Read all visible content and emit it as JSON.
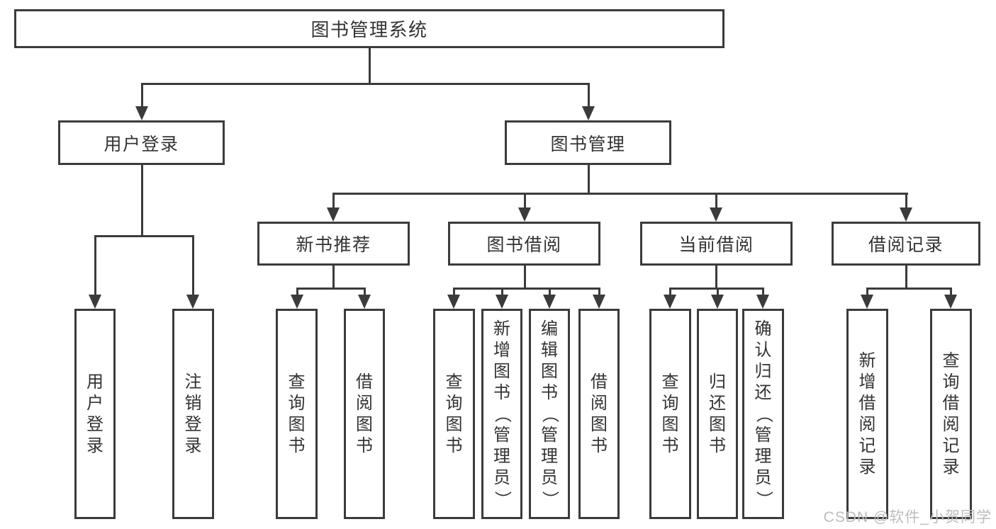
{
  "diagram": {
    "title": "图书管理系统",
    "watermark": "CSDN @软件_小贺同学",
    "colors": {
      "line": "#3b3b3b",
      "text": "#333333",
      "background": "#ffffff",
      "watermark": "#bdbdbd"
    },
    "nodes": {
      "root": {
        "label": "图书管理系统"
      },
      "user_login": {
        "label": "用户登录"
      },
      "book_management": {
        "label": "图书管理"
      },
      "new_book_recommend": {
        "label": "新书推荐"
      },
      "book_borrow": {
        "label": "图书借阅"
      },
      "current_borrow": {
        "label": "当前借阅"
      },
      "borrow_records": {
        "label": "借阅记录"
      },
      "leaf_user_login": {
        "label": "用户登录"
      },
      "leaf_logout": {
        "label": "注销登录"
      },
      "leaf_query_book_1": {
        "label": "查询图书"
      },
      "leaf_borrow_book_1": {
        "label": "借阅图书"
      },
      "leaf_query_book_2": {
        "label": "查询图书"
      },
      "leaf_add_book": {
        "label": "新增图书（管理员）"
      },
      "leaf_edit_book": {
        "label": "编辑图书（管理员）"
      },
      "leaf_borrow_book_2": {
        "label": "借阅图书"
      },
      "leaf_query_book_3": {
        "label": "查询图书"
      },
      "leaf_return_book": {
        "label": "归还图书"
      },
      "leaf_confirm_return": {
        "label": "确认归还（管理员）"
      },
      "leaf_add_borrow_record": {
        "label": "新增借阅记录"
      },
      "leaf_query_borrow_record": {
        "label": "查询借阅记录"
      }
    },
    "hierarchy": {
      "图书管理系统": {
        "用户登录": [
          "用户登录",
          "注销登录"
        ],
        "图书管理": {
          "新书推荐": [
            "查询图书",
            "借阅图书"
          ],
          "图书借阅": [
            "查询图书",
            "新增图书（管理员）",
            "编辑图书（管理员）",
            "借阅图书"
          ],
          "当前借阅": [
            "查询图书",
            "归还图书",
            "确认归还（管理员）"
          ],
          "借阅记录": [
            "新增借阅记录",
            "查询借阅记录"
          ]
        }
      }
    }
  }
}
